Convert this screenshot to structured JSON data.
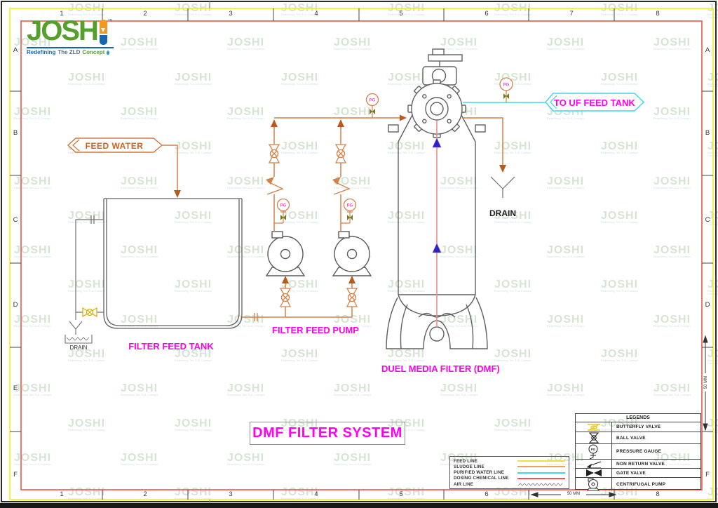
{
  "logo": {
    "brand": "JOSH",
    "tm": "TM",
    "tagline_1": "Redefining",
    "tagline_2": "The ZLD",
    "tagline_3": "Concept"
  },
  "watermark": {
    "text": "JOSHI",
    "subtext": "Redefining The ZLD Concept"
  },
  "border": {
    "columns": [
      "1",
      "2",
      "3",
      "4",
      "5",
      "6",
      "7",
      "8"
    ],
    "rows": [
      "A",
      "B",
      "C",
      "D",
      "E",
      "F"
    ],
    "scale_h": "50 MM",
    "scale_v": "50 MM"
  },
  "labels": {
    "feed_water": "FEED WATER",
    "to_uf_feed_tank": "TO UF FEED TANK",
    "filter_feed_tank": "FILTER FEED TANK",
    "filter_feed_pump": "FILTER FEED PUMP",
    "duel_media_filter": "DUEL MEDIA FILTER (DMF)",
    "drain_left": "DRAIN",
    "drain_right": "DRAIN",
    "title": "DMF FILTER SYSTEM",
    "pg": "PG"
  },
  "line_legend": {
    "rows": [
      {
        "name": "FEED LINE",
        "color": "#ede23b",
        "style": "solid"
      },
      {
        "name": "SLUDGE  LINE",
        "color": "#f0a05a",
        "style": "solid"
      },
      {
        "name": "PURIFIED WATER  LINE",
        "color": "#3fd9ee",
        "style": "solid"
      },
      {
        "name": "DOSING CHEMICAL  LINE",
        "color": "#ff4e4e",
        "style": "solid"
      },
      {
        "name": "AIR  LINE",
        "color": "#9a9a9a",
        "style": "zigzag"
      }
    ]
  },
  "legends_table": {
    "title": "LEGENDS",
    "rows": [
      {
        "symbol": "butterfly-valve",
        "label": "BUTTERFLY VALVE"
      },
      {
        "symbol": "ball-valve",
        "label": "BALL VALVE"
      },
      {
        "symbol": "pressure-gauge",
        "label": "PRESSURE GAUGE"
      },
      {
        "symbol": "non-return-valve",
        "label": "NON RETURN VALVE"
      },
      {
        "symbol": "gate-valve",
        "label": "GATE VALVE"
      },
      {
        "symbol": "centrifugal-pump",
        "label": "CENTRIFUGAL PUMP"
      }
    ]
  },
  "colors": {
    "pipe_orange": "#d4824a",
    "flow_arrow": "#b85a1e",
    "purified_cyan": "#3fd9ee",
    "riser_pink": "#f58a8a",
    "backwash_blue": "#2626cc",
    "label_magenta": "#ff00f0",
    "equipment_gray": "#5a5a5a",
    "valve_yellow": "#d8b012",
    "mini_valve_olive": "#6e7a1e",
    "border_red": "#f05545",
    "border_yellow": "#f2ef16",
    "logo_green": "#55a02c",
    "logo_blue": "#1566b0",
    "logo_orange": "#f2981d"
  }
}
